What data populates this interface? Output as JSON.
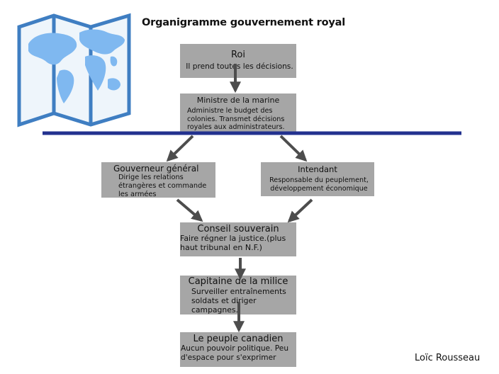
{
  "title": "Organigramme gouvernement royal",
  "author": "Loïc Rousseau",
  "icon": "map-icon",
  "colors": {
    "box": "#a6a6a6",
    "arrow": "#4d4d4d",
    "divider": "#22318f",
    "map_frame": "#3f7ec2",
    "map_land": "#7fb8f0"
  },
  "nodes": {
    "roi": {
      "heading": "Roi",
      "text": "Il prend toutes les décisions."
    },
    "ministre": {
      "heading": "Ministre de la marine",
      "text": "Administre le budget des colonies. Transmet décisions royales aux administrateurs."
    },
    "gouverneur": {
      "heading": "Gouverneur général",
      "text": "Dirige les relations étrangères et commande les armées"
    },
    "intendant": {
      "heading": "Intendant",
      "text": "Responsable du peuplement, développement économique"
    },
    "conseil": {
      "heading": "Conseil souverain",
      "text": "Faire régner la justice.(plus haut tribunal en N.F.)"
    },
    "capitaine": {
      "heading": "Capitaine de la milice",
      "text": "Surveiller entraînements soldats et diriger campagnes."
    },
    "peuple": {
      "heading": "Le peuple canadien",
      "text": "Aucun pouvoir politique. Peu d'espace pour s'exprimer"
    }
  }
}
